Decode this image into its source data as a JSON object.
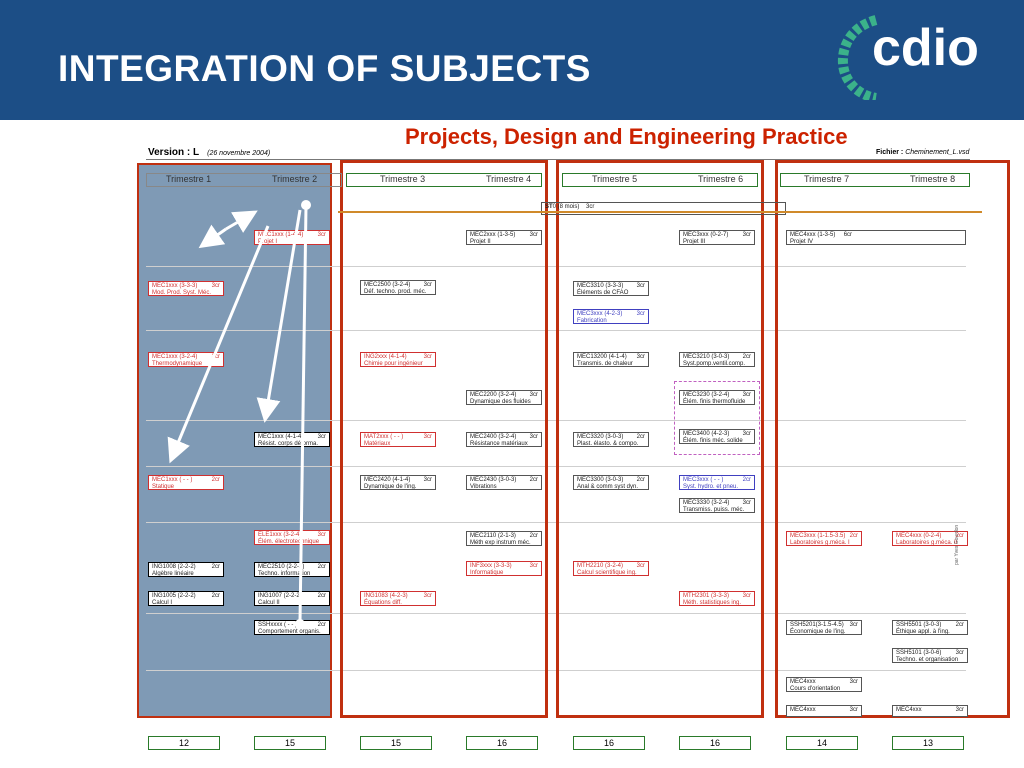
{
  "header": {
    "title": "INTEGRATION OF SUBJECTS",
    "logo_text": "cdio",
    "logo_icon": "cdio-swirl-icon",
    "bg_color": "#1c4e86"
  },
  "subtitle": "Projects, Design and Engineering Practice",
  "version": {
    "label": "Version : L",
    "date": "(26 novembre 2004)"
  },
  "fichier": {
    "label": "Fichier :",
    "value": "Cheminement_L.vsd"
  },
  "trimesters": [
    "Trimestre 1",
    "Trimestre 2",
    "Trimestre 3",
    "Trimestre 4",
    "Trimestre 5",
    "Trimestre 6",
    "Trimestre 7",
    "Trimestre 8"
  ],
  "st_box": {
    "code": "ST",
    "text": "0 (8 mois)",
    "cr": "3cr"
  },
  "courses": {
    "t2_proj": {
      "code": "MEC1xxx (1-4-4)",
      "cr": "3cr",
      "name": "Projet I"
    },
    "t4_proj": {
      "code": "MEC2xxx (1-3-5)",
      "cr": "3cr",
      "name": "Projet II"
    },
    "t6_proj": {
      "code": "MEC3xxx (0-2-7)",
      "cr": "3cr",
      "name": "Projet III"
    },
    "t7_proj": {
      "code": "MEC4xxx (1-3-5)",
      "cr": "6cr",
      "name": "Projet IV"
    },
    "t1_mod": {
      "code": "MEC1xxx (3-3-3)",
      "cr": "3cr",
      "name": "Mod. Prod. Syst. Méc."
    },
    "t3_def": {
      "code": "MEC2500 (3-2-4)",
      "cr": "3cr",
      "name": "Déf. techno. prod. méc."
    },
    "t5_cfao": {
      "code": "MEC3310 (3-3-3)",
      "cr": "3cr",
      "name": "Éléments de CFAO"
    },
    "t5_fab": {
      "code": "MEC3xxx (4-2-3)",
      "cr": "3cr",
      "name": "Fabrication"
    },
    "t1_thermo": {
      "code": "MEC1xxx (3-2-4)",
      "cr": "3cr",
      "name": "Thermodynamique"
    },
    "t3_chimie": {
      "code": "ING2xxx (4-1-4)",
      "cr": "3cr",
      "name": "Chimie pour ingénieur"
    },
    "t5_transmis": {
      "code": "MEC13200 (4-1-4)",
      "cr": "3cr",
      "name": "Transmis. de chaleur"
    },
    "t6_syst": {
      "code": "MEC3210 (3-0-3)",
      "cr": "2cr",
      "name": "Syst.pomp.ventil.comp."
    },
    "t4_dyn_fluides": {
      "code": "MEC2200 (3-2-4)",
      "cr": "3cr",
      "name": "Dynamique des fluides"
    },
    "t6_elem_thermo": {
      "code": "MEC3230 (3-2-4)",
      "cr": "3cr",
      "name": "Élém. finis thermofluide"
    },
    "t2_resist": {
      "code": "MEC1xxx (4-1-4)",
      "cr": "3cr",
      "name": "Résist. corps déforma."
    },
    "t3_mat": {
      "code": "MAT2xxx ( - - )",
      "cr": "3cr",
      "name": "Matériaux"
    },
    "t4_resist_mat": {
      "code": "MEC2400 (3-2-4)",
      "cr": "3cr",
      "name": "Résistance matériaux"
    },
    "t5_plast": {
      "code": "MEC3320 (3-0-3)",
      "cr": "2cr",
      "name": "Plast. élasto. & compo."
    },
    "t6_elem_solide": {
      "code": "MEC3400 (4-2-3)",
      "cr": "3cr",
      "name": "Élém. finis méc. solide"
    },
    "t1_statique": {
      "code": "MEC1xxx ( - - )",
      "cr": "2cr",
      "name": "Statique"
    },
    "t3_dyn_ing": {
      "code": "MEC2420 (4-1-4)",
      "cr": "3cr",
      "name": "Dynamique de l'ing."
    },
    "t4_vib": {
      "code": "MEC2430 (3-0-3)",
      "cr": "2cr",
      "name": "Vibrations"
    },
    "t5_anal": {
      "code": "MEC3300 (3-0-3)",
      "cr": "2cr",
      "name": "Anal & comm syst dyn."
    },
    "t6_hydro": {
      "code": "MEC3xxx ( - - )",
      "cr": "2cr",
      "name": "Syst. hydro. et pneu."
    },
    "t6_transmiss": {
      "code": "MEC3330 (3-2-4)",
      "cr": "3cr",
      "name": "Transmiss. puiss. méc."
    },
    "t2_elec": {
      "code": "ELE1xxx (3-2-4)",
      "cr": "3cr",
      "name": "Élém. électrotechnique"
    },
    "t4_meth": {
      "code": "MEC2110 (2-1-3)",
      "cr": "2cr",
      "name": "Méth exp instrum méc."
    },
    "t7_lab1": {
      "code": "MEC3xxx (1-1.5-3.5)",
      "cr": "2cr",
      "name": "Laboratoires g.méca. I"
    },
    "t8_lab2": {
      "code": "MEC4xxx (0-2-4)",
      "cr": "2cr",
      "name": "Laboratoires g.méca. II"
    },
    "t1_alg": {
      "code": "ING1008 (2-2-2)",
      "cr": "2cr",
      "name": "Algèbre linéaire"
    },
    "t2_techno": {
      "code": "MEC2510 (2-2-2)",
      "cr": "2cr",
      "name": "Techno. information"
    },
    "t4_info": {
      "code": "INF3xxx (3-3-3)",
      "cr": "3cr",
      "name": "Informatique"
    },
    "t5_calcul_sci": {
      "code": "MTH2210 (3-2-4)",
      "cr": "3cr",
      "name": "Calcul scientifique ing."
    },
    "t1_calc1": {
      "code": "ING1005 (2-2-2)",
      "cr": "2cr",
      "name": "Calcul I"
    },
    "t2_calc2": {
      "code": "ING1007 (2-2-2)",
      "cr": "2cr",
      "name": "Calcul II"
    },
    "t3_eq": {
      "code": "ING1083 (4-2-3)",
      "cr": "3cr",
      "name": "Équations diff."
    },
    "t6_stat": {
      "code": "MTH2301 (3-3-3)",
      "cr": "3cr",
      "name": "Méth. statistiques ing."
    },
    "t2_comp": {
      "code": "SSHxxxx ( - - )",
      "cr": "2cr",
      "name": "Comportement organis."
    },
    "t7_eco": {
      "code": "SSH5201(3-1.5-4.5)",
      "cr": "3cr",
      "name": "Économique de l'ing."
    },
    "t8_ethique": {
      "code": "SSH5501 (3-0-3)",
      "cr": "2cr",
      "name": "Éthique appl. à l'ing."
    },
    "t8_techno_org": {
      "code": "SSH5101 (3-0-6)",
      "cr": "3cr",
      "name": "Techno. et organisation"
    },
    "t7_cours": {
      "code": "MEC4xxx",
      "cr": "3cr",
      "name": "Cours d'orientation"
    },
    "t7_mec4": {
      "code": "MEC4xxx",
      "cr": "3cr",
      "name": ""
    },
    "t8_mec4": {
      "code": "MEC4xxx",
      "cr": "3cr",
      "name": ""
    }
  },
  "totals": [
    "12",
    "15",
    "15",
    "16",
    "16",
    "16",
    "14",
    "13"
  ],
  "side_note": "par Yves Gourdon",
  "colors": {
    "accent_red": "#c03010",
    "highlight_col": "#7f9ab5",
    "orange_line": "#d08a2a"
  }
}
